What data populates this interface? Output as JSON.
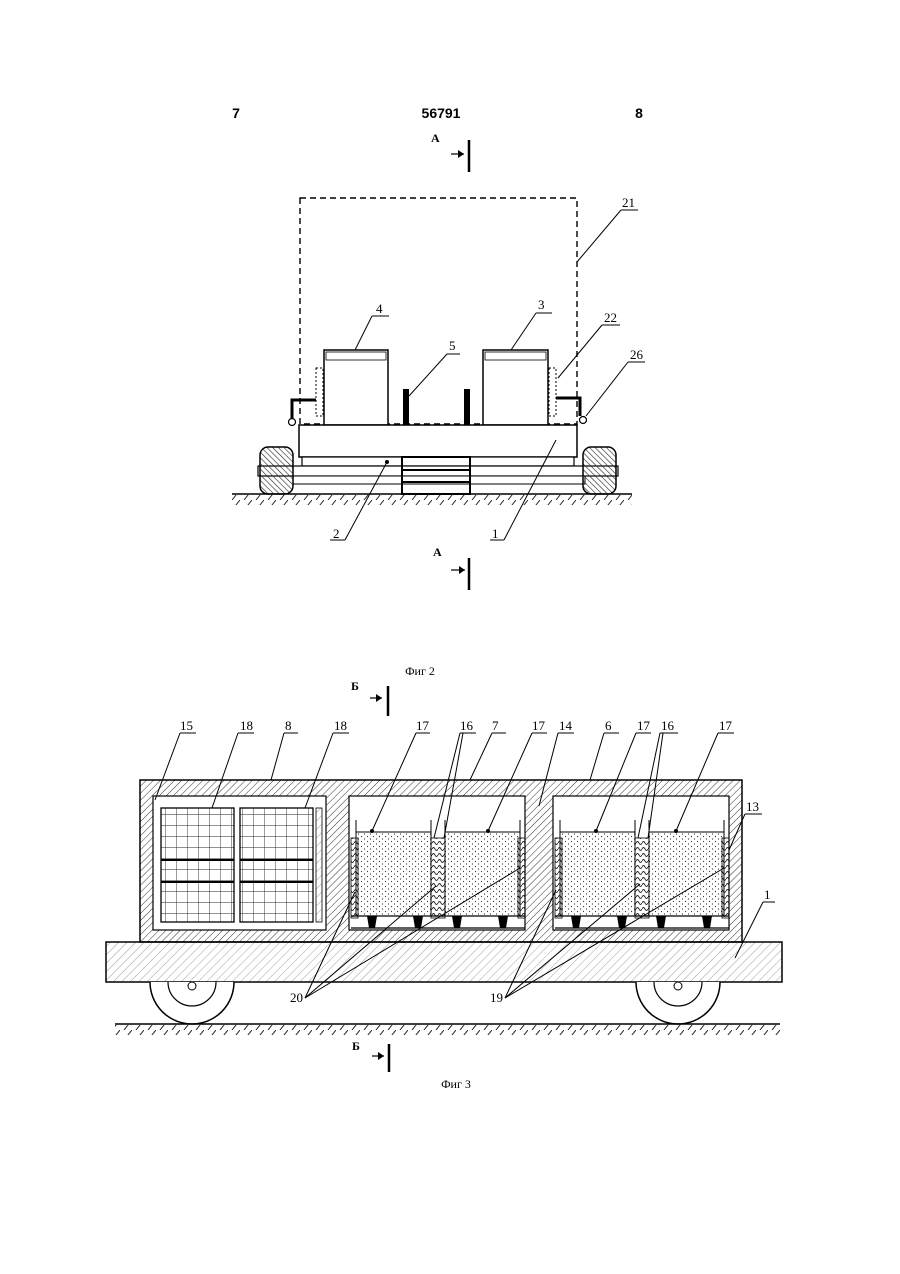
{
  "header": {
    "left_page": "7",
    "doc_number": "56791",
    "right_page": "8"
  },
  "fig2": {
    "caption": "Фиг 2",
    "section_top": "А",
    "section_bottom": "А",
    "labels": {
      "l21": "21",
      "l4": "4",
      "l3": "3",
      "l5": "5",
      "l22": "22",
      "l26": "26",
      "l2": "2",
      "l1": "1"
    }
  },
  "fig3": {
    "caption": "Фиг 3",
    "section_top": "Б",
    "section_bottom": "Б",
    "labels": {
      "l15": "15",
      "l18a": "18",
      "l8": "8",
      "l18b": "18",
      "l17a": "17",
      "l16a": "16",
      "l7": "7",
      "l17b": "17",
      "l14": "14",
      "l6": "6",
      "l17c": "17",
      "l16b": "16",
      "l17d": "17",
      "l13": "13",
      "l1": "1",
      "l20": "20",
      "l19": "19"
    }
  }
}
